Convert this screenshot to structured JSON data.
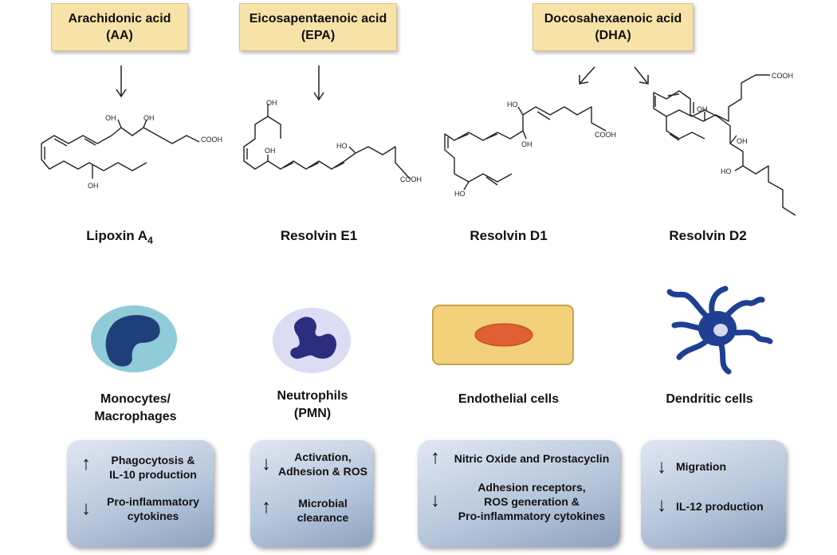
{
  "sources": [
    {
      "name": "Arachidonic acid",
      "abbr": "(AA)"
    },
    {
      "name": "Eicosapentaenoic acid",
      "abbr": "(EPA)"
    },
    {
      "name": "Docosahexaenoic acid",
      "abbr": "(DHA)"
    }
  ],
  "mediators": [
    {
      "name": "Lipoxin A",
      "subscript": "4"
    },
    {
      "name": "Resolvin E1"
    },
    {
      "name": "Resolvin D1"
    },
    {
      "name": "Resolvin D2"
    }
  ],
  "chem_labels": {
    "oh": "OH",
    "ho": "HO",
    "cooh": "COOH"
  },
  "cells": [
    {
      "line1": "Monocytes/",
      "line2": "Macrophages"
    },
    {
      "line1": "Neutrophils",
      "line2": "(PMN)"
    },
    {
      "line1": "Endothelial cells"
    },
    {
      "line1": "Dendritic cells"
    }
  ],
  "effects": [
    {
      "up": {
        "line1": "Phagocytosis &",
        "line2": "IL-10 production"
      },
      "down": {
        "line1": "Pro-inflammatory",
        "line2": "cytokines"
      }
    },
    {
      "down": {
        "line1": "Activation,",
        "line2": "Adhesion & ROS"
      },
      "up": {
        "line1": "Microbial",
        "line2": "clearance"
      }
    },
    {
      "up": {
        "line1": "Nitric Oxide and Prostacyclin"
      },
      "down": {
        "line1": "Adhesion receptors,",
        "line2": "ROS generation &",
        "line3": "Pro-inflammatory cytokines"
      }
    },
    {
      "down1": {
        "line1": "Migration"
      },
      "down2": {
        "line1": "IL-12 production"
      }
    }
  ],
  "arrow_symbols": {
    "up": "↑",
    "down": "↓"
  },
  "colors": {
    "source_box": "#f7e3a8",
    "effect_box": "#b8c7dc",
    "monocyte_cytoplasm": "#8fcbd8",
    "monocyte_nucleus": "#1f3f7a",
    "neutrophil_cytoplasm": "#dcdcf4",
    "neutrophil_nucleus": "#2d2d80",
    "endothelial_cell": "#f3d07a",
    "endothelial_nucleus": "#e05f33",
    "dendritic_cell": "#1e3f92"
  }
}
